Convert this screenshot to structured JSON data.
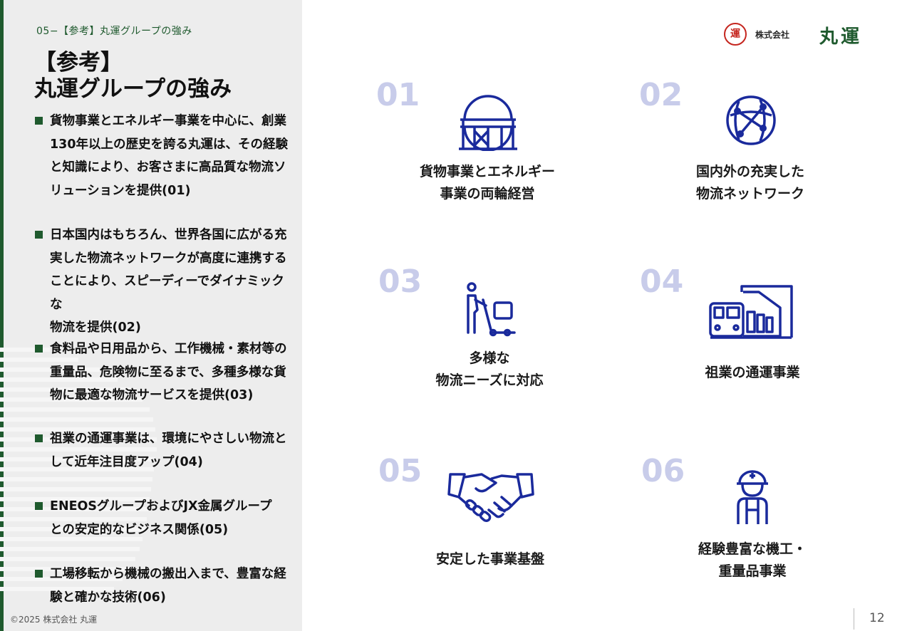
{
  "section_label": "05−【参考】丸運グループの強み",
  "title": {
    "line1": "【参考】",
    "line2": "丸運グループの強み"
  },
  "bullets": [
    {
      "lines": [
        "貨物事業とエネルギー事業を中心に、創業",
        "130年以上の歴史を誇る丸運は、その経験",
        "と知識により、お客さまに高品質な物流ソ",
        "リューションを提供(01)"
      ]
    },
    {
      "lines": [
        "日本国内はもちろん、世界各国に広がる充",
        "実した物流ネットワークが高度に連携する",
        "ことにより、スピーディーでダイナミックな",
        "物流を提供(02)"
      ]
    },
    {
      "lines": [
        "食料品や日用品から、工作機械・素材等の",
        "重量品、危険物に至るまで、多種多様な貨",
        "物に最適な物流サービスを提供(03)"
      ]
    },
    {
      "lines": [
        "祖業の通運事業は、環境にやさしい物流と",
        "して近年注目度アップ(04)"
      ]
    },
    {
      "lines": [
        "ENEOSグループおよびJX金属グループ",
        "との安定的なビジネス関係(05)"
      ]
    },
    {
      "lines": [
        "工場移転から機械の搬出入まで、豊富な経",
        "験と確かな技術(06)"
      ]
    }
  ],
  "logo": {
    "mark": "運",
    "company": "株式会社",
    "name": "丸運"
  },
  "features": [
    {
      "num": "01",
      "icon": "storage-tank-icon",
      "lines": [
        "貨物事業とエネルギー",
        "事業の両輪経営"
      ]
    },
    {
      "num": "02",
      "icon": "globe-network-icon",
      "lines": [
        "国内外の充実した",
        "物流ネットワーク"
      ]
    },
    {
      "num": "03",
      "icon": "hand-truck-worker-icon",
      "lines": [
        "多様な",
        "物流ニーズに対応"
      ]
    },
    {
      "num": "04",
      "icon": "freight-train-icon",
      "lines": [
        "祖業の通運事業"
      ]
    },
    {
      "num": "05",
      "icon": "handshake-icon",
      "lines": [
        "安定した事業基盤"
      ]
    },
    {
      "num": "06",
      "icon": "hardhat-worker-icon",
      "lines": [
        "経験豊富な機工・",
        "重量品事業"
      ]
    }
  ],
  "copyright": "©2025 株式会社 丸運",
  "page_number": "12",
  "colors": {
    "accent_green": "#1f5a2e",
    "icon_navy": "#1a2a9c",
    "number_lavender": "#c8ccea",
    "logo_red": "#c5261f",
    "panel_gray": "#ededed"
  }
}
